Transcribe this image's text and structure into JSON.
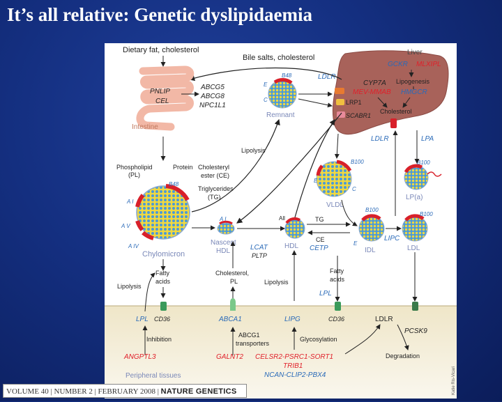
{
  "slide": {
    "title": "It’s all relative: Genetic dyslipidaemia"
  },
  "footer": {
    "volume": "VOLUME 40",
    "number": "NUMBER 2",
    "date": "FEBRUARY 2008",
    "journal": "NATURE GENETICS"
  },
  "credit": "Katie Ris-Vicari",
  "diagram": {
    "dietary": "Dietary fat, cholesterol",
    "bile": "Bile salts, cholesterol",
    "liver": "Liver",
    "gckr": "GCKR",
    "mlxipl": "MLXIPL",
    "lipogenesis": "Lipogenesis",
    "hmgcr": "HMGCR",
    "cyp7a": "CYP7A",
    "mevmmab": "MEV-MMAB",
    "ldlr_top": "LDLR",
    "lrp1": "LRP1",
    "scabr1": "SCABR1",
    "cholesterol_liver": "Cholesterol",
    "ldlr_liver": "LDLR",
    "lpa": "LPA",
    "pnlip": "PNLIP",
    "cel": "CEL",
    "abcg5": "ABCG5",
    "abcg8": "ABCG8",
    "npc1l1": "NPC1L1",
    "intestine": "Intestine",
    "b48_remnant": "B48",
    "remnant": "Remnant",
    "lipolysis_mid": "Lipolysis",
    "phospholipid": "Phospholipid",
    "pl": "(PL)",
    "protein": "Protein",
    "cholesteryl": "Cholesteryl",
    "ester_ce": "ester (CE)",
    "triglycerides": "Triglycerides",
    "tg_abbr": "(TG)",
    "b48_chylo": "B48",
    "ai": "A I",
    "av": "A V",
    "aiv": "A IV",
    "chylomicron": "Chylomicron",
    "b100_vldl": "B100",
    "vldl": "VLDL",
    "b100_lpa": "B100",
    "lpa_particle": "LP(a)",
    "e_label": "E",
    "c_label": "C",
    "ai_nascent": "A I",
    "nascent1": "Nascent",
    "nascent2": "HDL",
    "lcat": "LCAT",
    "pltp": "PLTP",
    "all": "All",
    "hdl": "HDL",
    "tg": "TG",
    "ce": "CE",
    "cetp": "CETP",
    "b100_idl": "B100",
    "idl": "IDL",
    "lipc": "LIPC",
    "b100_ldl": "B100",
    "ldl": "LDL",
    "fatty1": "Fatty",
    "acids1": "acids",
    "lipolysis_left": "Lipolysis",
    "cholesterol_pl1": "Cholesterol,",
    "cholesterol_pl2": "PL",
    "lipolysis_hdl": "Lipolysis",
    "fatty2": "Fatty",
    "acids2": "acids",
    "lpl_mid": "LPL",
    "lpl": "LPL",
    "cd36_left": "CD36",
    "abca1": "ABCA1",
    "lipg": "LIPG",
    "cd36_right": "CD36",
    "ldlr_bottom": "LDLR",
    "pcsk9": "PCSK9",
    "degradation": "Degradation",
    "inhibition": "Inhibition",
    "abcg1_1": "ABCG1",
    "abcg1_2": "transporters",
    "glycosylation": "Glycosylation",
    "angptl3": "ANGPTL3",
    "galnt2": "GALNT2",
    "celsr2": "CELSR2-PSRC1-SORT1",
    "trib1": "TRIB1",
    "ncan": "NCAN-CLIP2-PBX4",
    "peripheral": "Peripheral tissues"
  },
  "colors": {
    "red_gene": "#e0202a",
    "blue_gene": "#2a6ab8",
    "liver": "#a8625a",
    "intestine": "#f2b8a6",
    "particle_blue": "#3a8fd0",
    "particle_yellow": "#f0d840",
    "apo_red": "#d8202a",
    "tissue": "#efe7cf",
    "arrow": "#222222"
  }
}
